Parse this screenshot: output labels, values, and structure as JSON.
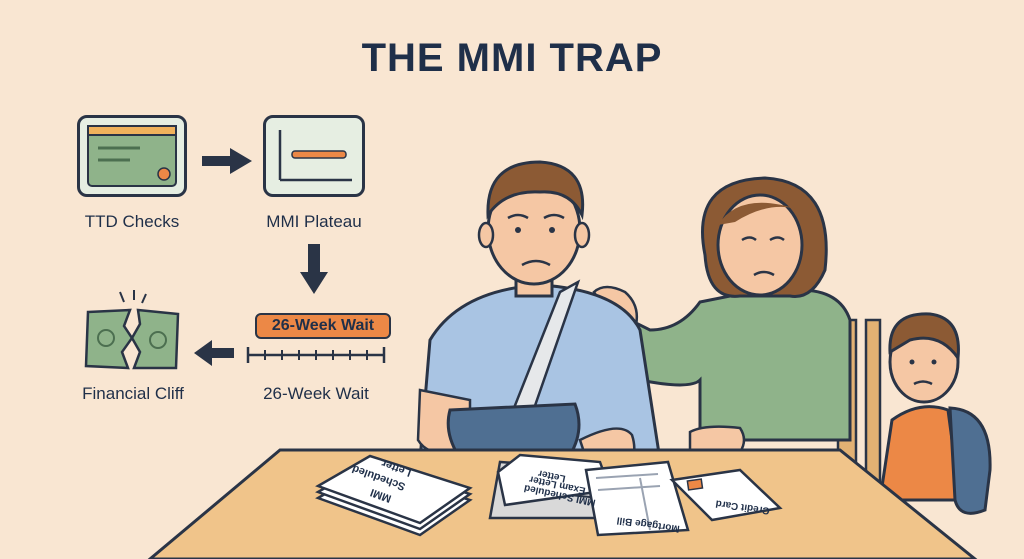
{
  "title": "THE MMI TRAP",
  "flow": {
    "ttd_checks": "TTD Checks",
    "mmi_plateau": "MMI Plateau",
    "wait_badge": "26-Week Wait",
    "wait_label": "26-Week Wait",
    "financial_cliff": "Financial Cliff"
  },
  "papers": {
    "stack_line1": "MMI",
    "stack_line2": "Scheduled",
    "stack_line3": "Letter",
    "exam_line1": "MMI Scheduled",
    "exam_line2": "Exam Letter",
    "exam_line3": "Letter",
    "mortgage": "Mortgage Bill",
    "credit": "Credit Card"
  },
  "colors": {
    "navy": "#1f2f49",
    "orange": "#ec8846",
    "green": "#8fb38a",
    "background": "#f9e6d2"
  }
}
